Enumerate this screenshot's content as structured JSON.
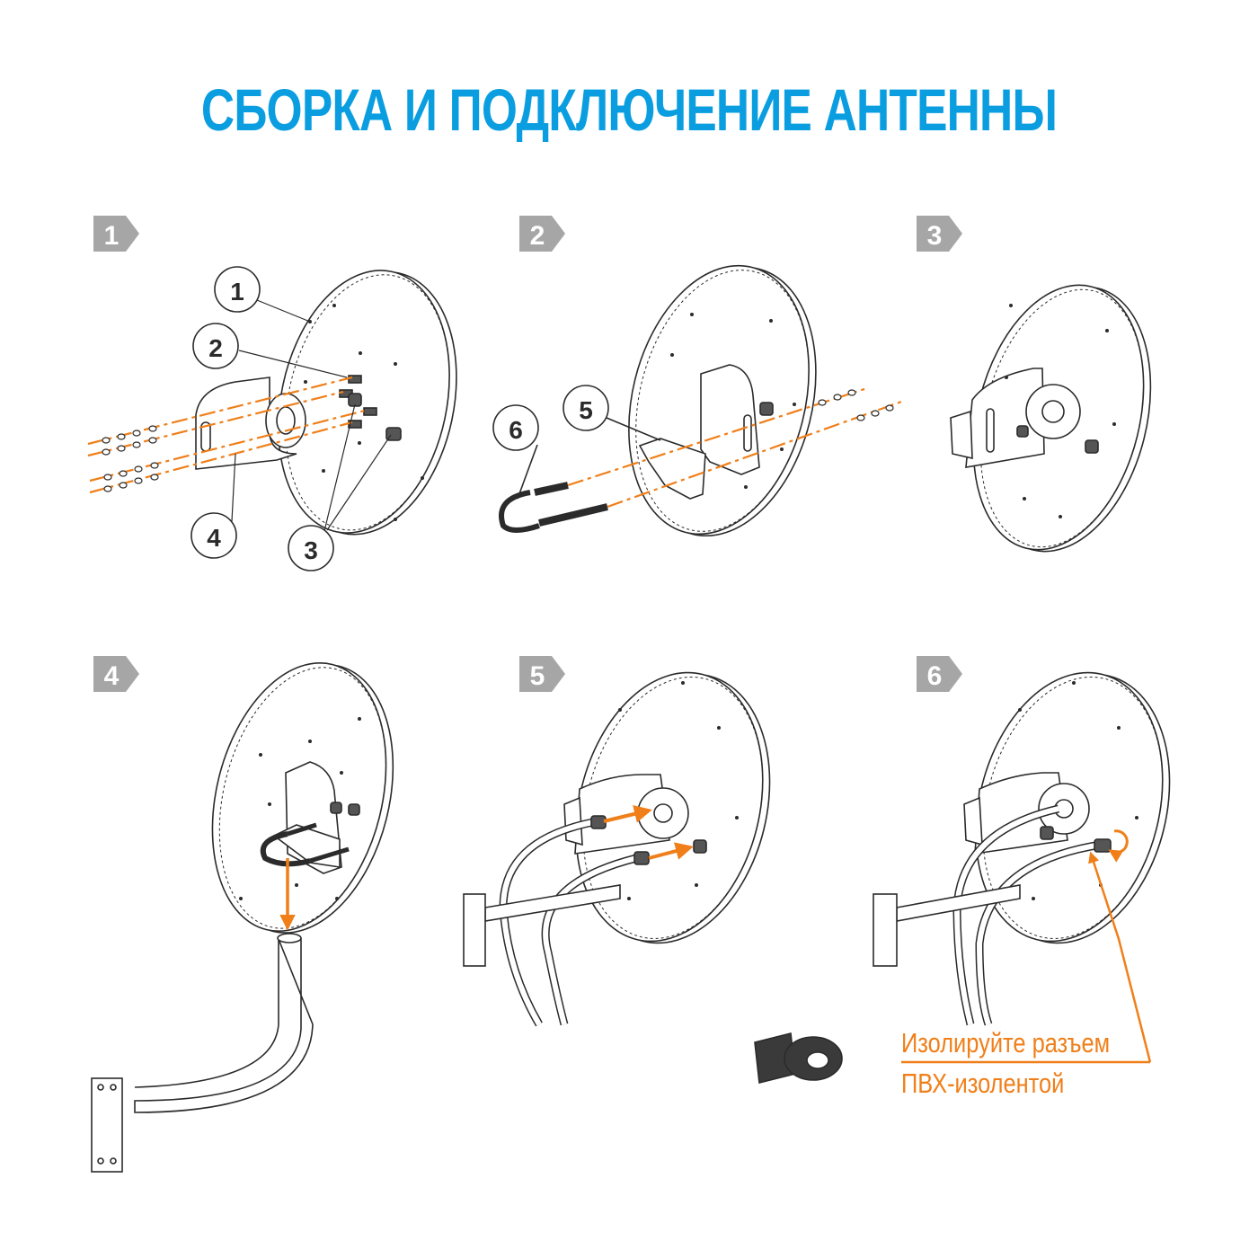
{
  "title": "СБОРКА И ПОДКЛЮЧЕНИЕ АНТЕННЫ",
  "steps": [
    "1",
    "2",
    "3",
    "4",
    "5",
    "6"
  ],
  "callouts": {
    "c1": "1",
    "c2": "2",
    "c3": "3",
    "c4": "4",
    "c5": "5",
    "c6": "6"
  },
  "note": {
    "line1": "Изолируйте разъем",
    "line2": "ПВХ-изолентой"
  },
  "colors": {
    "title": "#0a9ee0",
    "accent": "#f07f19",
    "badge": "#a6a6a6",
    "line": "#2b2b2b"
  }
}
